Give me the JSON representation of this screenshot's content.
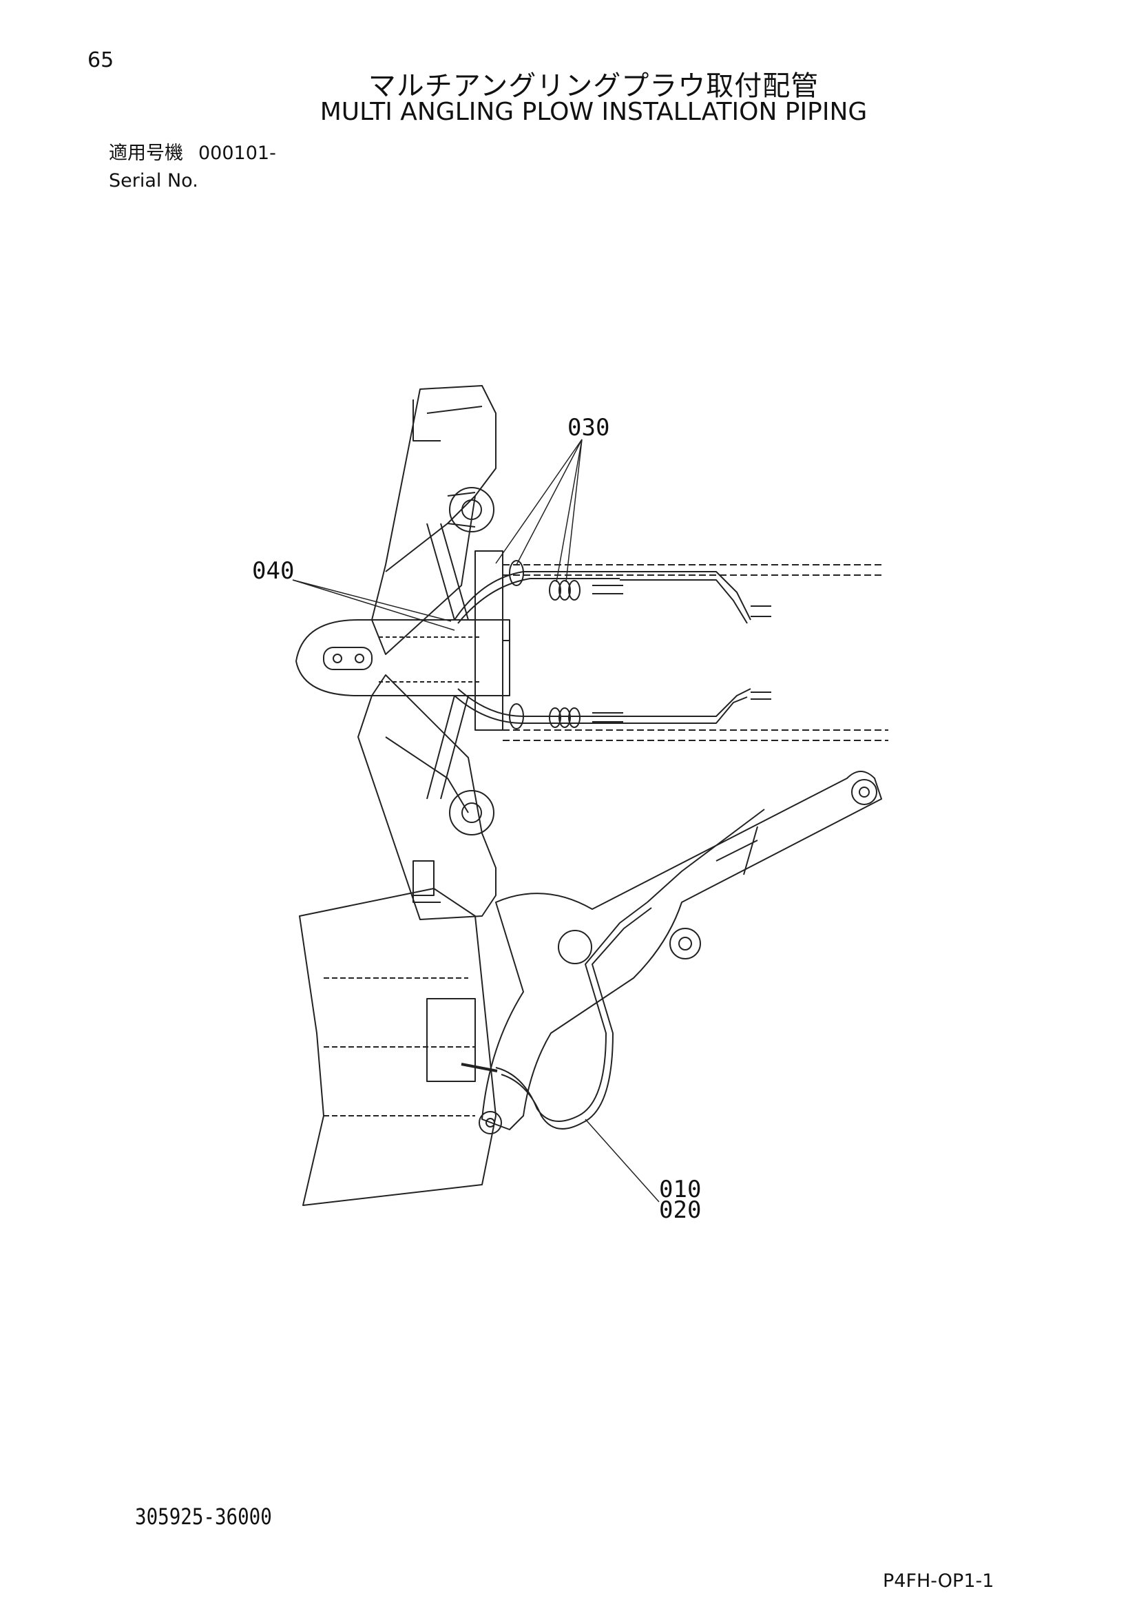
{
  "page": {
    "number": "65",
    "title_jp": "マルチアングリングプラウ取付配管",
    "title_en": "MULTI ANGLING PLOW INSTALLATION PIPING",
    "serial_label_jp": "適用号機",
    "serial_value": "000101-",
    "serial_label_en": "Serial No.",
    "doc_number": "305925-36000",
    "sheet_code": "P4FH-OP1-1"
  },
  "callouts": {
    "c030": "030",
    "c040": "040",
    "c010": "010",
    "c020": "020"
  },
  "colors": {
    "line": "#222222",
    "background": "#ffffff"
  }
}
